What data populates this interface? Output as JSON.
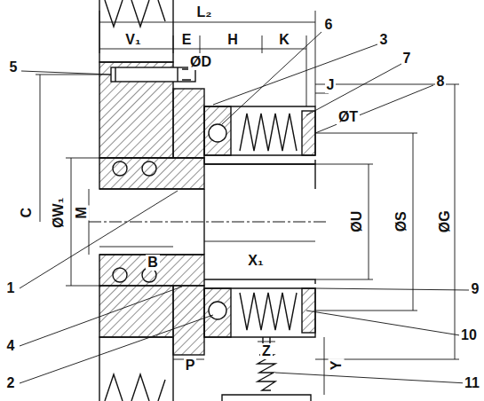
{
  "diagram": {
    "labels": [
      "L₂",
      "V₁",
      "E",
      "H",
      "K",
      "ØD",
      "J",
      "5",
      "6",
      "3",
      "7",
      "8",
      "ØT",
      "C",
      "ØW₁",
      "M",
      "ØU",
      "ØS",
      "ØG",
      "B",
      "X₁",
      "1",
      "9",
      "4",
      "10",
      "2",
      "P",
      "Z",
      "Y",
      "11"
    ]
  }
}
